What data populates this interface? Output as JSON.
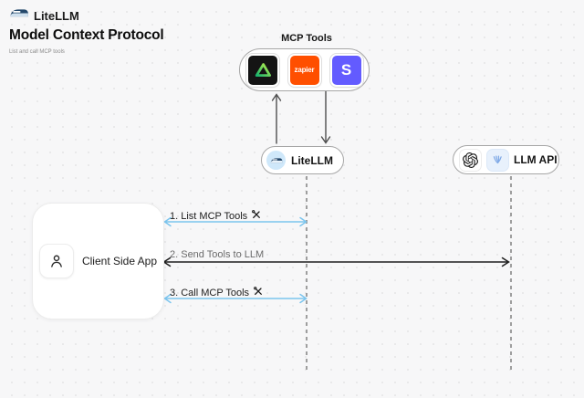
{
  "header": {
    "brand": "LiteLLM",
    "title": "Model Context Protocol",
    "subtitle": "List and call MCP tools"
  },
  "mcp_tools": {
    "label": "MCP Tools",
    "tools": [
      {
        "name": "green-triangle-tool",
        "icon": "green-triangle-icon",
        "bg": "#141414"
      },
      {
        "name": "zapier",
        "text": "zapier",
        "bg": "#ff4f00"
      },
      {
        "name": "stripe",
        "text": "S",
        "bg": "#635bff"
      }
    ]
  },
  "nodes": {
    "litellm": {
      "label": "LiteLLM",
      "icon": "litellm-train-icon"
    },
    "llm_api": {
      "label": "LLM API",
      "icons": [
        "openai-icon",
        "blue-llm-provider-icon"
      ]
    },
    "client": {
      "label": "Client Side App",
      "icon": "person-icon"
    }
  },
  "messages": [
    {
      "label": "1. List MCP Tools",
      "icon": "tools-icon",
      "arrow_color": "#7cc5ee",
      "direction": "both"
    },
    {
      "label": "2. Send Tools to LLM",
      "icon": null,
      "arrow_color": "#1f1f1f",
      "direction": "both"
    },
    {
      "label": "3. Call MCP Tools",
      "icon": "tools-icon",
      "arrow_color": "#7cc5ee",
      "direction": "both"
    }
  ],
  "colors": {
    "background": "#f7f7f8",
    "dot_grid": "#dcdcdc",
    "blue_arrow": "#7cc5ee",
    "black_arrow": "#1f1f1f",
    "lifeline": "#9e9e9e",
    "zapier_orange": "#ff4f00",
    "stripe_purple": "#635bff",
    "litellm_circle_blue": "#cfe8fa"
  }
}
